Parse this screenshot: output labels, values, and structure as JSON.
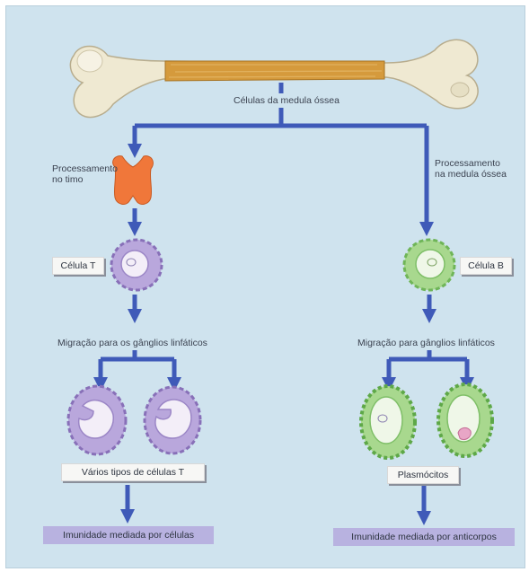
{
  "diagram": {
    "top_label": "Células da medula óssea",
    "left_branch": {
      "process_label_line1": "Processamento",
      "process_label_line2": "no timo",
      "cell_label": "Célula T",
      "migration_label": "Migração para os gânglios linfáticos",
      "types_label": "Vários tipos de células T",
      "result_label": "Imunidade mediada por células"
    },
    "right_branch": {
      "process_label_line1": "Processamento",
      "process_label_line2": "na medula óssea",
      "cell_label": "Célula B",
      "migration_label": "Migração para gânglios linfáticos",
      "types_label": "Plasmócitos",
      "result_label": "Imunidade mediada por anticorpos"
    },
    "colors": {
      "arrow": "#3f5ab8",
      "background": "#cfe3ee",
      "bone": "#efe9d2",
      "marrow": "#d59a3c",
      "thymus": "#f0773a",
      "t_cell": "#b9a7dc",
      "b_cell": "#a8d88e",
      "result_box": "#b8b2e0"
    }
  }
}
